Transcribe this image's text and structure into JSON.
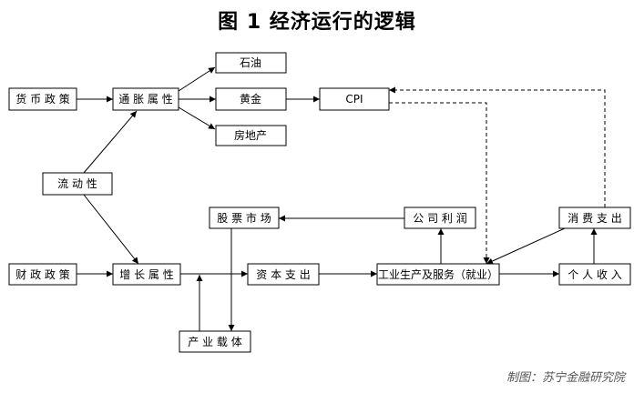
{
  "title": "图 1  经济运行的逻辑",
  "credit": "制图：苏宁金融研究院",
  "nodes": {
    "monetary_policy": "货 币 政 策",
    "inflation_attr": "通 胀 属 性",
    "oil": "石油",
    "gold": "黄金",
    "real_estate": "房地产",
    "cpi": "CPI",
    "liquidity": "流   动   性",
    "stock_market": "股 票 市 场",
    "corporate_profit": "公 司 利 润",
    "consumer_spending": "消 费 支 出",
    "fiscal_policy": "财 政 政 策",
    "growth_attr": "增 长 属 性",
    "capital_spending": "资 本 支 出",
    "industrial_production": "工业生产及服务（就业）",
    "personal_income": "个 人 收 入",
    "industry_carrier": "产 业 载 体"
  }
}
